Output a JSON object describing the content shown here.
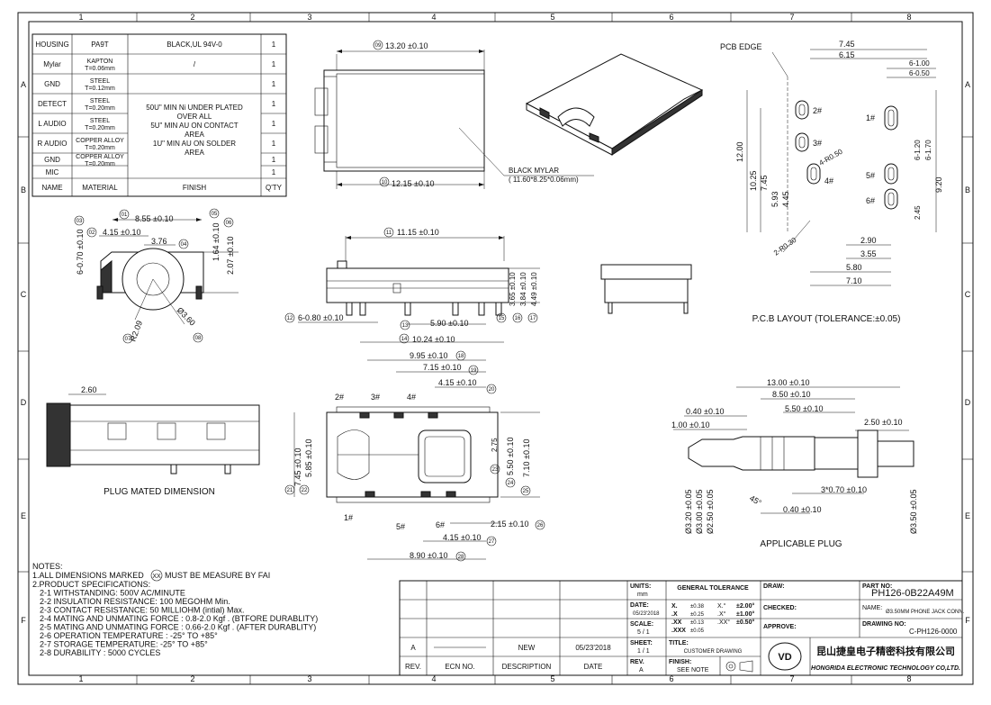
{
  "border": {
    "cols": [
      "1",
      "2",
      "3",
      "4",
      "5",
      "6",
      "7",
      "8"
    ],
    "rows": [
      "A",
      "B",
      "C",
      "D",
      "E",
      "F"
    ]
  },
  "bom": {
    "rows": [
      {
        "name": "HOUSING",
        "material": "PA9T",
        "finish": "BLACK,UL 94V-0",
        "qty": "1"
      },
      {
        "name": "Mylar",
        "material": "KAPTON",
        "material2": "T=0.06mm",
        "finish": "/",
        "qty": "1"
      },
      {
        "name": "GND",
        "material": "STEEL",
        "material2": "T=0.12mm",
        "finish": "",
        "qty": "1"
      },
      {
        "name": "DETECT",
        "material": "STEEL",
        "material2": "T=0.20mm",
        "finish": "",
        "qty": "1"
      },
      {
        "name": "L AUDIO",
        "material": "STEEL",
        "material2": "T=0.20mm",
        "finish": "",
        "qty": "1"
      },
      {
        "name": "R AUDIO",
        "material": "COPPER ALLOY",
        "material2": "T=0.20mm",
        "finish": "",
        "qty": "1"
      },
      {
        "name": "GND",
        "material": "COPPER ALLOY",
        "material2": "T=0.20mm",
        "finish": "",
        "qty": "1"
      },
      {
        "name": "MIC",
        "material": "",
        "material2": "",
        "finish": "",
        "qty": "1"
      }
    ],
    "plating": [
      "50U\" MIN Ni UNDER PLATED",
      "OVER ALL",
      "5U\" MIN AU ON CONTACT",
      "AREA",
      "1U\" MIN AU ON SOLDER",
      "AREA"
    ],
    "header": {
      "name": "NAME",
      "material": "MATERIAL",
      "finish": "FINISH",
      "qty": "Q'TY"
    }
  },
  "top_view": {
    "dim_09": "13.20 ±0.10",
    "dim_10": "12.15 ±0.10",
    "tag_09": "09",
    "tag_10": "10",
    "mylar_label": "BLACK MYLAR",
    "mylar_size": "( 11.60*8.25*0.06mm)"
  },
  "side_view": {
    "dim_01": "8.55 ±0.10",
    "dim_02": "4.15 ±0.10",
    "dim_04": "3.76",
    "dim_03": "6-0.70 ±0.10",
    "dim_05": "1.64 ±0.10",
    "dim_06": "2.07 ±0.10",
    "r209": "R2.09",
    "d360": "Ø3.60",
    "tags": [
      "01",
      "02",
      "03",
      "04",
      "05",
      "06",
      "07",
      "08"
    ]
  },
  "front_view": {
    "dim_11": "11.15 ±0.10",
    "dim_12": "6-0.80 ±0.10",
    "dim_13": "5.90 ±0.10",
    "dim_14": "10.24 ±0.10",
    "dim_15": "3.65 ±0.10",
    "dim_16": "3.84 ±0.10",
    "dim_17": "4.49 ±0.10",
    "tags": [
      "11",
      "12",
      "13",
      "14",
      "15",
      "16",
      "17"
    ]
  },
  "plug_mated": {
    "dim": "2.60",
    "title": "PLUG MATED DIMENSION"
  },
  "bottom_view": {
    "dim_18": "9.95 ±0.10",
    "dim_19": "7.15 ±0.10",
    "dim_20": "4.15 ±0.10",
    "dim_21": "7.45 ±0.10",
    "dim_22": "5.85 ±0.10",
    "dim_23": "2.75",
    "dim_24": "5.50 ±0.10",
    "dim_25": "7.10 ±0.10",
    "dim_26": "2.15 ±0.10",
    "dim_27": "4.15 ±0.10",
    "dim_28": "8.90 ±0.10",
    "pins": [
      "1#",
      "2#",
      "3#",
      "4#",
      "5#",
      "6#"
    ],
    "tags": [
      "18",
      "19",
      "20",
      "21",
      "22",
      "23",
      "24",
      "25",
      "26",
      "27",
      "28"
    ]
  },
  "pcb": {
    "edge": "PCB EDGE",
    "d745": "7.45",
    "d615": "6.15",
    "d6100": "6-1.00",
    "d6050": "6-0.50",
    "d1200": "12.00",
    "d1025": "10.25",
    "d745v": "7.45",
    "d593": "5.93",
    "d445": "4.45",
    "d6120": "6-1.20",
    "d6170": "6-1.70",
    "d920": "9.20",
    "d245": "2.45",
    "r050": "4-R0.50",
    "r030": "2-R0.30",
    "d290": "2.90",
    "d355": "3.55",
    "d580": "5.80",
    "d710": "7.10",
    "pins": [
      "1#",
      "2#",
      "3#",
      "4#",
      "5#",
      "6#"
    ],
    "title": "P.C.B LAYOUT (TOLERANCE:±0.05)"
  },
  "plug": {
    "d1300": "13.00 ±0.10",
    "d850": "8.50 ±0.10",
    "d550": "5.50 ±0.10",
    "d040a": "0.40 ±0.10",
    "d100": "1.00 ±0.10",
    "d250": "2.50 ±0.10",
    "d3x070": "3*0.70 ±0.10",
    "d040b": "0.40 ±0.10",
    "d320": "Ø3.20 ±0.05",
    "d300": "Ø3.00 ±0.05",
    "d250d": "Ø2.50 ±0.05",
    "d350": "Ø3.50 ±0.05",
    "angle": "45°",
    "title": "APPLICABLE PLUG"
  },
  "notes": {
    "title": "NOTES:",
    "line1a": "1.ALL DIMENSIONS MARKED",
    "line1tag": "XX",
    "line1b": "MUST BE MEASURE BY FAI",
    "lines": [
      "2.PRODUCT SPECIFICATIONS:",
      "2-1 WITHSTANDING: 500V AC/MINUTE",
      "2-2 INSULATION RESISTANCE: 100 MEGOHM Min.",
      "2-3 CONTACT RESISTANCE: 50 MILLIOHM (intial) Max.",
      "2-4 MATING AND UNMATING FORCE : 0.8-2.0 Kgf . (BTFORE DURABLITY)",
      "2-5 MATING AND UNMATING FORCE : 0.66-2.0 Kgf . (AFTER DURABLITY)",
      "2-6 OPERATION TEMPERATURE : -25° TO +85°",
      "2-7 STORAGE TEMPERATURE: -25° TO +85°",
      "2-8 DURABILITY : 5000 CYCLES"
    ]
  },
  "title_block": {
    "rev_row": {
      "rev": "A",
      "ecn": "",
      "desc": "NEW",
      "date": "05/23'2018"
    },
    "headers": {
      "rev": "REV.",
      "ecn": "ECN NO.",
      "desc": "DESCRIPTION",
      "date": "DATE"
    },
    "units_label": "UNITS:",
    "units": "mm",
    "date_label": "DATE:",
    "date": "05/23'2018",
    "scale_label": "SCALE:",
    "scale": "5 / 1",
    "sheet_label": "SHEET:",
    "sheet": "1 / 1",
    "rev_label": "REV.",
    "rev": "A",
    "gt_title": "GENERAL TOLERANCE",
    "gt": [
      {
        "k": "X.",
        "v": "±0.38",
        "ak": "X.°",
        "av": "±2.00°"
      },
      {
        "k": ".X",
        "v": "±0.25",
        "ak": ".X°",
        "av": "±1.00°"
      },
      {
        "k": ".XX",
        "v": "±0.13",
        "ak": ".XX°",
        "av": "±0.50°"
      },
      {
        "k": ".XXX",
        "v": "±0.05",
        "ak": "",
        "av": ""
      }
    ],
    "title_label": "TITLE:",
    "title": "CUSTOMER DRAWING",
    "finish_label": "FINISH:",
    "finish": "SEE NOTE",
    "draw_label": "DRAW:",
    "checked_label": "CHECKED:",
    "approve_label": "APPROVE:",
    "partno_label": "PART NO:",
    "partno": "PH126-0B22A49M",
    "name_label": "NAME:",
    "name": "Ø3.50MM PHONE JACK CONN.",
    "drawingno_label": "DRAWING NO:",
    "drawingno": "C-PH126-0000",
    "logo": "VD",
    "company_cn": "昆山捷皇电子精密科技有限公司",
    "company_en": "HONGRIDA ELECTRONIC TECHNOLOGY CO,LTD."
  }
}
